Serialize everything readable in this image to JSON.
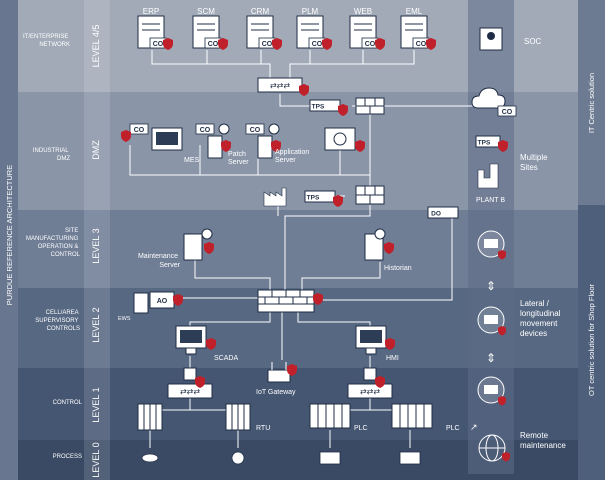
{
  "vertical": {
    "left": "PURDUE REFERENCE ARCHITECTURE",
    "right_top": "IT Centric solution",
    "right_bottom": "OT centric solution for Shop Floor"
  },
  "zones": [
    {
      "label": [
        "IT/ENTERPRISE",
        "NETWORK"
      ],
      "level": "LEVEL 4/5"
    },
    {
      "label": [
        "INDUSTRIAL",
        "DMZ"
      ],
      "level": "DMZ"
    },
    {
      "label": [
        "SITE",
        "MANUFACTURING",
        "OPERATION &",
        "CONTROL"
      ],
      "level": "LEVEL 3"
    },
    {
      "label": [
        "CELL/AREA",
        "SUPERVISORY",
        "CONTROLS"
      ],
      "level": "LEVEL 2"
    },
    {
      "label": [
        "CONTROL"
      ],
      "level": "LEVEL 1"
    },
    {
      "label": [
        "PROCESS"
      ],
      "level": "LEVEL 0"
    }
  ],
  "enterprise_servers": [
    "ERP",
    "SCM",
    "CRM",
    "PLM",
    "WEB",
    "EML"
  ],
  "badges": {
    "co": "CO",
    "tps": "TPS",
    "ao": "AO",
    "do": "DO"
  },
  "dmz": {
    "mes": "MES",
    "patch": [
      "Patch",
      "Server"
    ],
    "app": [
      "Application",
      "Server"
    ]
  },
  "level3": {
    "maintenance": [
      "Maintenance",
      "Server"
    ],
    "historian": "Historian"
  },
  "level2": {
    "ews": "EWS",
    "scada": "SCADA",
    "hmi": "HMI"
  },
  "level1": {
    "iot": "IoT Gateway",
    "rtu": "RTU",
    "plc": "PLC"
  },
  "right": {
    "soc": "SOC",
    "sites": [
      "Multiple",
      "Sites"
    ],
    "plant": "PLANT B",
    "lateral": [
      "Lateral /",
      "longitudinal",
      "movement",
      "devices"
    ],
    "remote": [
      "Remote",
      "maintenance"
    ]
  }
}
